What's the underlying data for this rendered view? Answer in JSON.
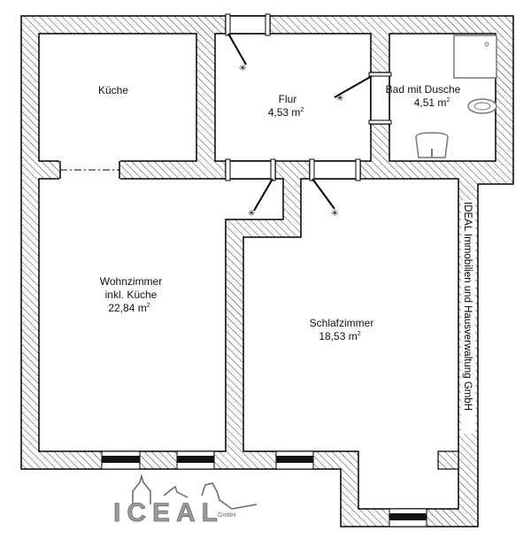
{
  "rooms": {
    "kueche": {
      "name": "Küche"
    },
    "flur": {
      "name": "Flur",
      "area": "4,53 m",
      "unit_sup": "2"
    },
    "bad": {
      "name": "Bad mit Dusche",
      "area": "4,51 m",
      "unit_sup": "2"
    },
    "wohnzimmer": {
      "name": "Wohnzimmer",
      "name2": "inkl. Küche",
      "area": "22,84 m",
      "unit_sup": "2"
    },
    "schlafzimmer": {
      "name": "Schlafzimmer",
      "area": "18,53 m",
      "unit_sup": "2"
    }
  },
  "watermark": "IDEAL Immobilien und Hausverwaltung GmbH",
  "logo": {
    "text": "ICEAL",
    "sub": "GmbH"
  },
  "colors": {
    "wall": "#000000",
    "logo": "#9a9a9a"
  }
}
